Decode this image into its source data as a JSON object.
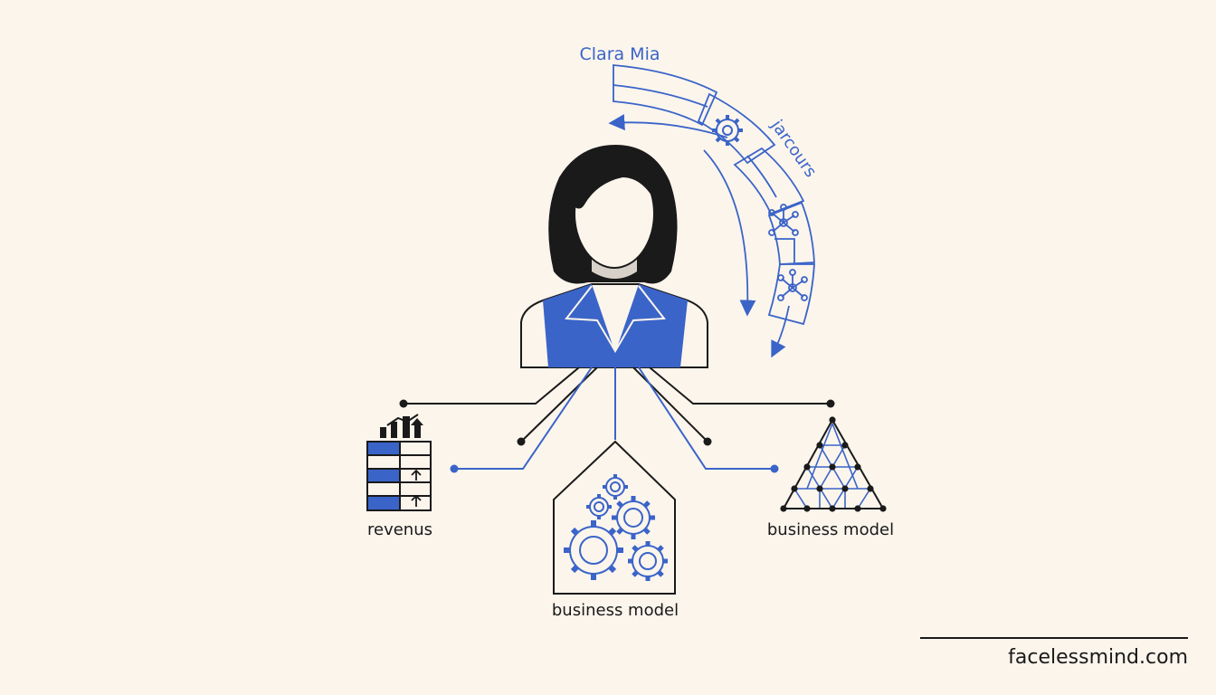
{
  "title": "Clara Mia",
  "arc_label": "jarcours",
  "labels": {
    "left": "revenus",
    "center": "business model",
    "right": "business model"
  },
  "footer": {
    "brand": "facelessmind.com"
  },
  "colors": {
    "accent": "#3a64c8",
    "ink": "#1a1a1a",
    "background": "#fcf5ec"
  },
  "icons": [
    "gear-icon",
    "network-icon",
    "bar-chart-icon",
    "gears-icon",
    "triangle-lattice-icon"
  ]
}
